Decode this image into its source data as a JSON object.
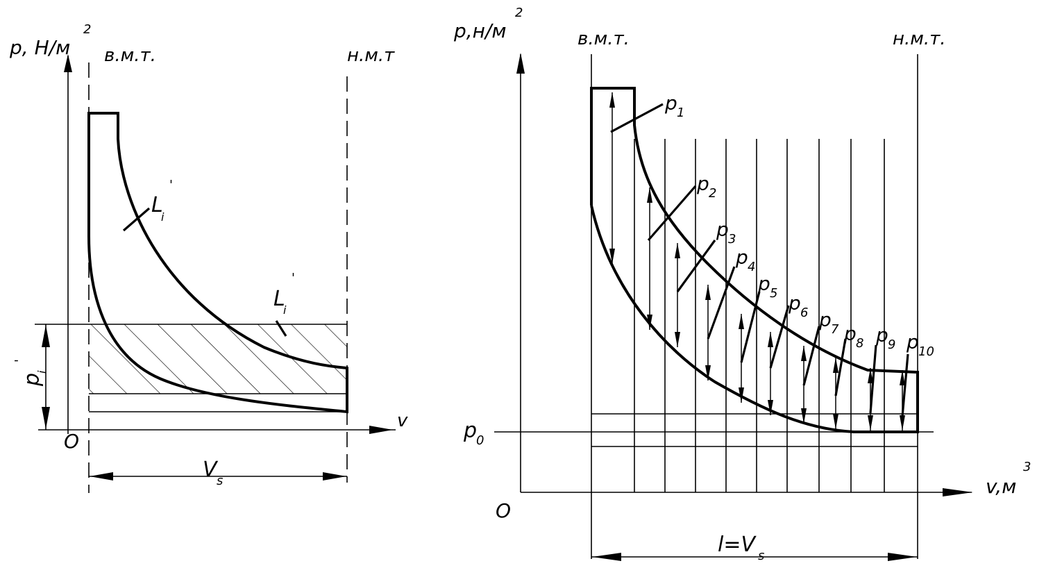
{
  "left_diagram": {
    "y_axis_label": "p, Н/м",
    "y_axis_exp": "2",
    "x_axis_label": "v",
    "origin_label": "O",
    "tdc_label": "в.м.т.",
    "bdc_label": "н.м.т",
    "work_label_1": "L",
    "work_label_1_sub": "i",
    "work_label_1_prime": "'",
    "work_label_2": "L",
    "work_label_2_sub": "i",
    "work_label_2_prime": "'",
    "pressure_label": "p",
    "pressure_sub": "i",
    "pressure_prime": "'",
    "stroke_volume_label": "V",
    "stroke_volume_sub": "s"
  },
  "right_diagram": {
    "y_axis_label": "p,н/м",
    "y_axis_exp": "2",
    "x_axis_label": "v,м",
    "x_axis_exp": "3",
    "origin_label": "O",
    "tdc_label": "в.м.т.",
    "bdc_label": "н.м.т.",
    "p0_label": "p",
    "p0_sub": "0",
    "stroke_label": "l=V",
    "stroke_sub": "s",
    "pressure_labels": [
      {
        "base": "p",
        "sub": "1"
      },
      {
        "base": "p",
        "sub": "2"
      },
      {
        "base": "p",
        "sub": "3"
      },
      {
        "base": "p",
        "sub": "4"
      },
      {
        "base": "p",
        "sub": "5"
      },
      {
        "base": "p",
        "sub": "6"
      },
      {
        "base": "p",
        "sub": "7"
      },
      {
        "base": "p",
        "sub": "8"
      },
      {
        "base": "p",
        "sub": "9"
      },
      {
        "base": "p",
        "sub": "10"
      }
    ]
  }
}
